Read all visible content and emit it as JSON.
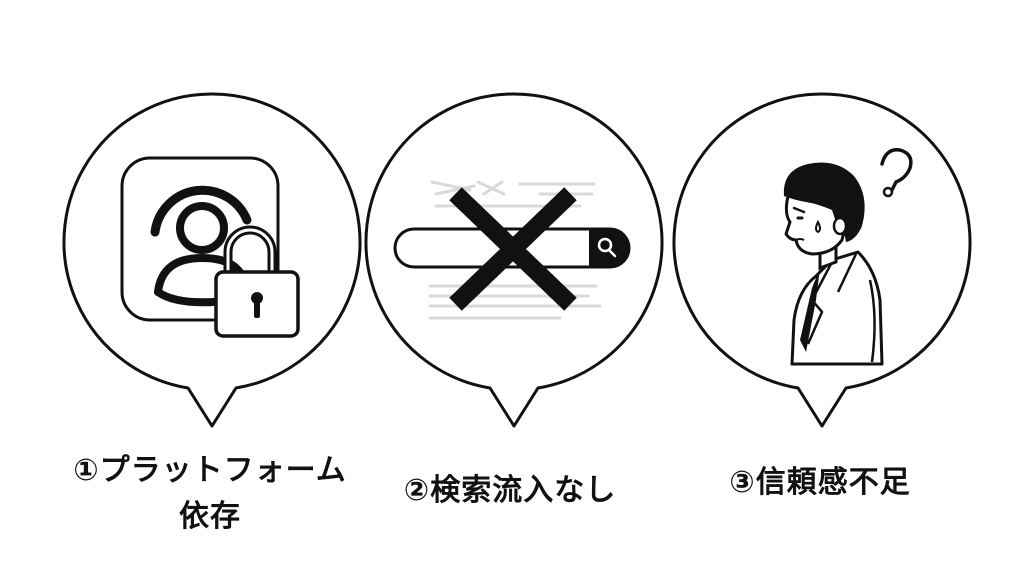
{
  "panels": [
    {
      "icon": "user-lock-icon",
      "caption_line1": "①プラットフォーム",
      "caption_line2": "依存"
    },
    {
      "icon": "search-bar-crossed-icon",
      "caption_line1": "②検索流入なし"
    },
    {
      "icon": "confused-businessman-icon",
      "caption_line1": "③信頼感不足"
    }
  ],
  "colors": {
    "ink": "#111111",
    "background": "#ffffff",
    "faded_lines": "#d9d9d9"
  }
}
